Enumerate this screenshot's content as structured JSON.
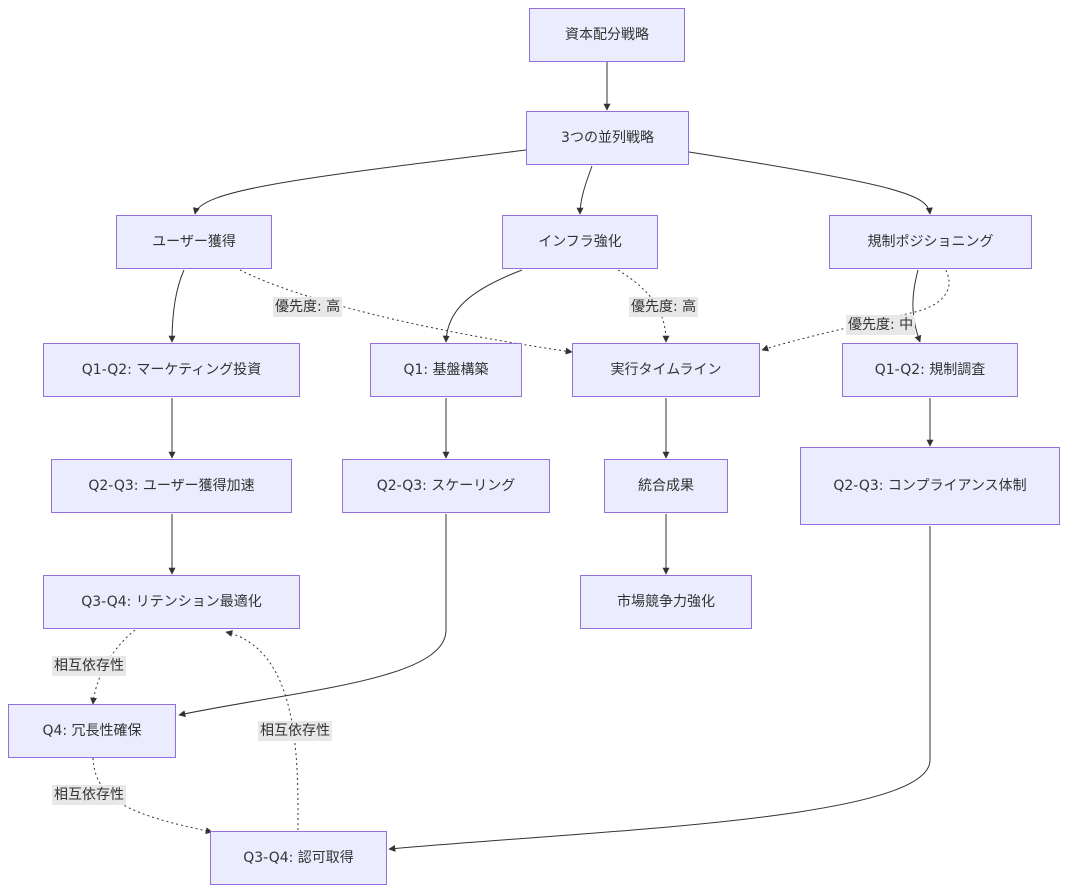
{
  "nodes": {
    "root": "資本配分戦略",
    "parallel": "3つの並列戦略",
    "user": "ユーザー獲得",
    "infra": "インフラ強化",
    "reg": "規制ポジショニング",
    "u1": "Q1-Q2: マーケティング投資",
    "u2": "Q2-Q3: ユーザー獲得加速",
    "u3": "Q3-Q4: リテンション最適化",
    "i1": "Q1: 基盤構築",
    "i2": "Q2-Q3: スケーリング",
    "i3": "Q4: 冗長性確保",
    "r1": "Q1-Q2: 規制調査",
    "r2": "Q2-Q3: コンプライアンス体制",
    "r3": "Q3-Q4: 認可取得",
    "timeline": "実行タイムライン",
    "integrated": "統合成果",
    "market": "市場競争力強化"
  },
  "edge_labels": {
    "user_priority": "優先度: 高",
    "infra_priority": "優先度: 高",
    "reg_priority": "優先度: 中",
    "dep_u3_i3": "相互依存性",
    "dep_i3_r3": "相互依存性",
    "dep_r3_u3": "相互依存性"
  },
  "colors": {
    "node_fill": "#ECECFF",
    "node_stroke": "#9370DB",
    "edge": "#333333",
    "label_bg": "#e8e8e8"
  }
}
